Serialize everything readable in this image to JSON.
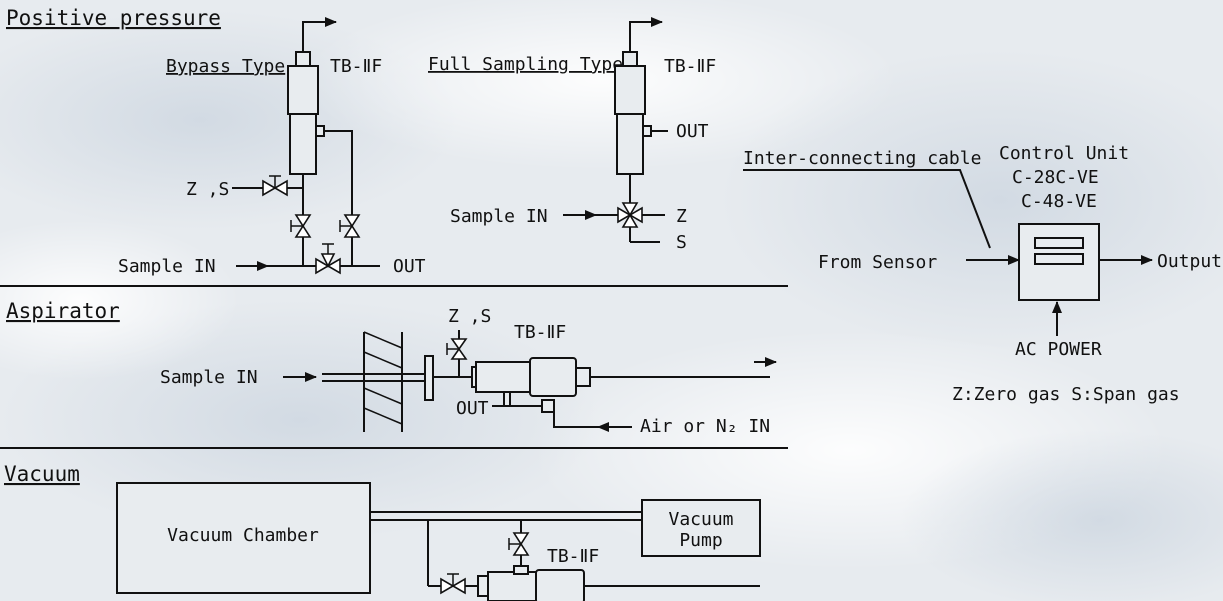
{
  "sections": {
    "positive": "Positive pressure",
    "aspirator": "Aspirator",
    "vacuum": "Vacuum"
  },
  "positive": {
    "bypass_label": "Bypass Type",
    "bypass_model": "TB-ⅡF",
    "full_label": "Full Sampling Type",
    "full_model": "TB-ⅡF",
    "zs": "Z ,S",
    "sample_in": "Sample IN",
    "out": "OUT",
    "full_out": "OUT",
    "full_sample_in": "Sample IN",
    "z": "Z",
    "s": "S"
  },
  "aspirator": {
    "zs": "Z ,S",
    "model": "TB-ⅡF",
    "sample_in": "Sample IN",
    "out": "OUT",
    "air_in": "Air or N₂ IN"
  },
  "vacuum": {
    "chamber": "Vacuum Chamber",
    "pump_line1": "Vacuum",
    "pump_line2": "Pump",
    "model": "TB-ⅡF"
  },
  "control": {
    "cable": "Inter-connecting cable",
    "title": "Control Unit",
    "model1": "C-28C-VE",
    "model2": "C-48-VE",
    "from_sensor": "From Sensor",
    "output": "Output",
    "ac_power": "AC POWER",
    "legend": "Z:Zero gas  S:Span gas"
  },
  "colors": {
    "background": "#eef1f4",
    "line": "#111111"
  }
}
